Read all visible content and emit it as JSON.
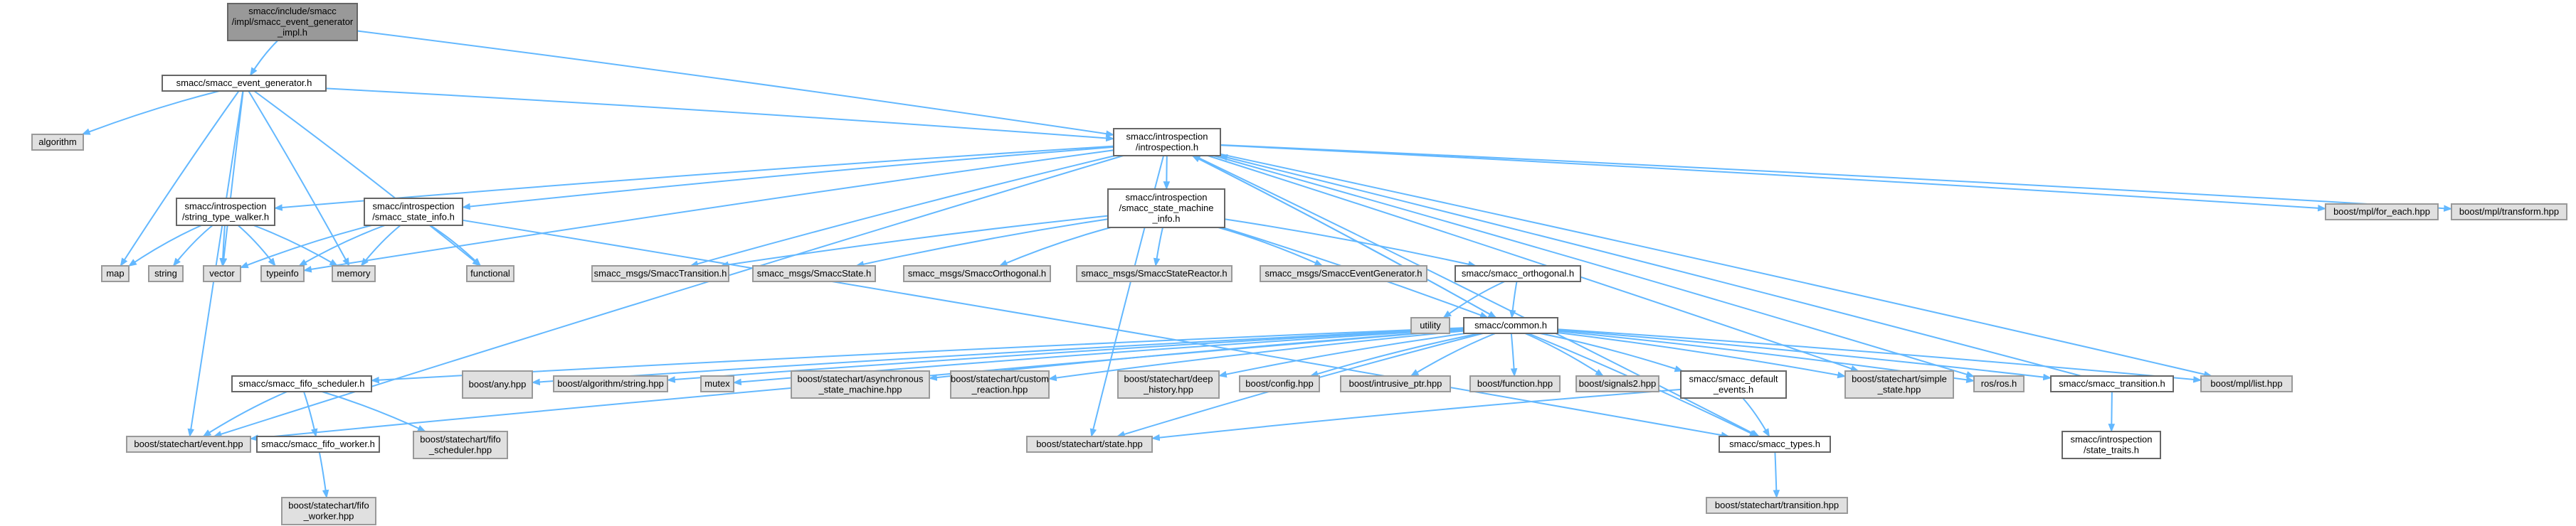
{
  "title": "",
  "colors": {
    "root_fill": "#999999",
    "root_stroke": "#666666",
    "file_fill": "#ffffff",
    "file_stroke": "#666666",
    "system_fill": "#e0e0e0",
    "system_stroke": "#999999",
    "edge": "#63b8ff"
  },
  "nodes": [
    {
      "id": "n0",
      "type": "root",
      "lines": [
        "smacc/include/smacc",
        "/impl/smacc_event_generator",
        "_impl.h"
      ]
    },
    {
      "id": "n1",
      "type": "file",
      "lines": [
        "smacc/smacc_event_generator.h"
      ]
    },
    {
      "id": "n2",
      "type": "system",
      "lines": [
        "algorithm"
      ]
    },
    {
      "id": "n3",
      "type": "file",
      "lines": [
        "smacc/introspection",
        "/introspection.h"
      ]
    },
    {
      "id": "n4",
      "type": "system",
      "lines": [
        "boost/mpl/for_each.hpp"
      ]
    },
    {
      "id": "n5",
      "type": "system",
      "lines": [
        "boost/mpl/transform.hpp"
      ]
    },
    {
      "id": "n6",
      "type": "file",
      "lines": [
        "smacc/introspection",
        "/string_type_walker.h"
      ]
    },
    {
      "id": "n7",
      "type": "file",
      "lines": [
        "smacc/introspection",
        "/smacc_state_info.h"
      ]
    },
    {
      "id": "n8",
      "type": "file",
      "lines": [
        "smacc/introspection",
        "/smacc_state_machine",
        "_info.h"
      ]
    },
    {
      "id": "n9",
      "type": "system",
      "lines": [
        "map"
      ]
    },
    {
      "id": "n10",
      "type": "system",
      "lines": [
        "string"
      ]
    },
    {
      "id": "n11",
      "type": "system",
      "lines": [
        "vector"
      ]
    },
    {
      "id": "n12",
      "type": "system",
      "lines": [
        "typeinfo"
      ]
    },
    {
      "id": "n13",
      "type": "system",
      "lines": [
        "memory"
      ]
    },
    {
      "id": "n14",
      "type": "system",
      "lines": [
        "functional"
      ]
    },
    {
      "id": "n15",
      "type": "system",
      "lines": [
        "smacc_msgs/SmaccTransition.h"
      ]
    },
    {
      "id": "n16",
      "type": "system",
      "lines": [
        "smacc_msgs/SmaccState.h"
      ]
    },
    {
      "id": "n17",
      "type": "system",
      "lines": [
        "smacc_msgs/SmaccOrthogonal.h"
      ]
    },
    {
      "id": "n18",
      "type": "system",
      "lines": [
        "smacc_msgs/SmaccStateReactor.h"
      ]
    },
    {
      "id": "n19",
      "type": "system",
      "lines": [
        "smacc_msgs/SmaccEventGenerator.h"
      ]
    },
    {
      "id": "n20",
      "type": "file",
      "lines": [
        "smacc/smacc_orthogonal.h"
      ]
    },
    {
      "id": "n21",
      "type": "system",
      "lines": [
        "utility"
      ]
    },
    {
      "id": "n22",
      "type": "file",
      "lines": [
        "smacc/common.h"
      ]
    },
    {
      "id": "n23",
      "type": "file",
      "lines": [
        "smacc/smacc_fifo_scheduler.h"
      ]
    },
    {
      "id": "n24",
      "type": "system",
      "lines": [
        "boost/any.hpp"
      ]
    },
    {
      "id": "n25",
      "type": "system",
      "lines": [
        "boost/algorithm/string.hpp"
      ]
    },
    {
      "id": "n26",
      "type": "system",
      "lines": [
        "mutex"
      ]
    },
    {
      "id": "n27",
      "type": "system",
      "lines": [
        "boost/statechart/asynchronous",
        "_state_machine.hpp"
      ]
    },
    {
      "id": "n28",
      "type": "system",
      "lines": [
        "boost/statechart/custom",
        "_reaction.hpp"
      ]
    },
    {
      "id": "n29",
      "type": "system",
      "lines": [
        "boost/statechart/deep",
        "_history.hpp"
      ]
    },
    {
      "id": "n30",
      "type": "system",
      "lines": [
        "boost/config.hpp"
      ]
    },
    {
      "id": "n31",
      "type": "system",
      "lines": [
        "boost/intrusive_ptr.hpp"
      ]
    },
    {
      "id": "n32",
      "type": "system",
      "lines": [
        "boost/function.hpp"
      ]
    },
    {
      "id": "n33",
      "type": "system",
      "lines": [
        "boost/signals2.hpp"
      ]
    },
    {
      "id": "n34",
      "type": "file",
      "lines": [
        "smacc/smacc_default",
        "_events.h"
      ]
    },
    {
      "id": "n35",
      "type": "system",
      "lines": [
        "boost/statechart/simple",
        "_state.hpp"
      ]
    },
    {
      "id": "n36",
      "type": "system",
      "lines": [
        "ros/ros.h"
      ]
    },
    {
      "id": "n37",
      "type": "file",
      "lines": [
        "smacc/smacc_transition.h"
      ]
    },
    {
      "id": "n38",
      "type": "system",
      "lines": [
        "boost/mpl/list.hpp"
      ]
    },
    {
      "id": "n39",
      "type": "system",
      "lines": [
        "boost/statechart/event.hpp"
      ]
    },
    {
      "id": "n40",
      "type": "file",
      "lines": [
        "smacc/smacc_fifo_worker.h"
      ]
    },
    {
      "id": "n41",
      "type": "system",
      "lines": [
        "boost/statechart/fifo",
        "_scheduler.hpp"
      ]
    },
    {
      "id": "n42",
      "type": "system",
      "lines": [
        "boost/statechart/state.hpp"
      ]
    },
    {
      "id": "n43",
      "type": "file",
      "lines": [
        "smacc/smacc_types.h"
      ]
    },
    {
      "id": "n44",
      "type": "file",
      "lines": [
        "smacc/introspection",
        "/state_traits.h"
      ]
    },
    {
      "id": "n45",
      "type": "system",
      "lines": [
        "boost/statechart/fifo",
        "_worker.hpp"
      ]
    },
    {
      "id": "n46",
      "type": "system",
      "lines": [
        "boost/statechart/transition.hpp"
      ]
    }
  ]
}
